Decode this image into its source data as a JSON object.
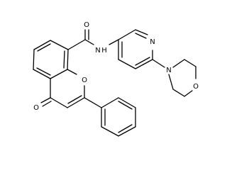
{
  "atoms": {
    "ketone_oxygen": "O",
    "ring_oxygen": "O",
    "carbonyl_oxygen": "O",
    "amide_nitrogen": "N",
    "amide_hydrogen": "H",
    "pyridine_nitrogen": "N",
    "morpholine_nitrogen": "N",
    "morpholine_oxygen": "O"
  }
}
